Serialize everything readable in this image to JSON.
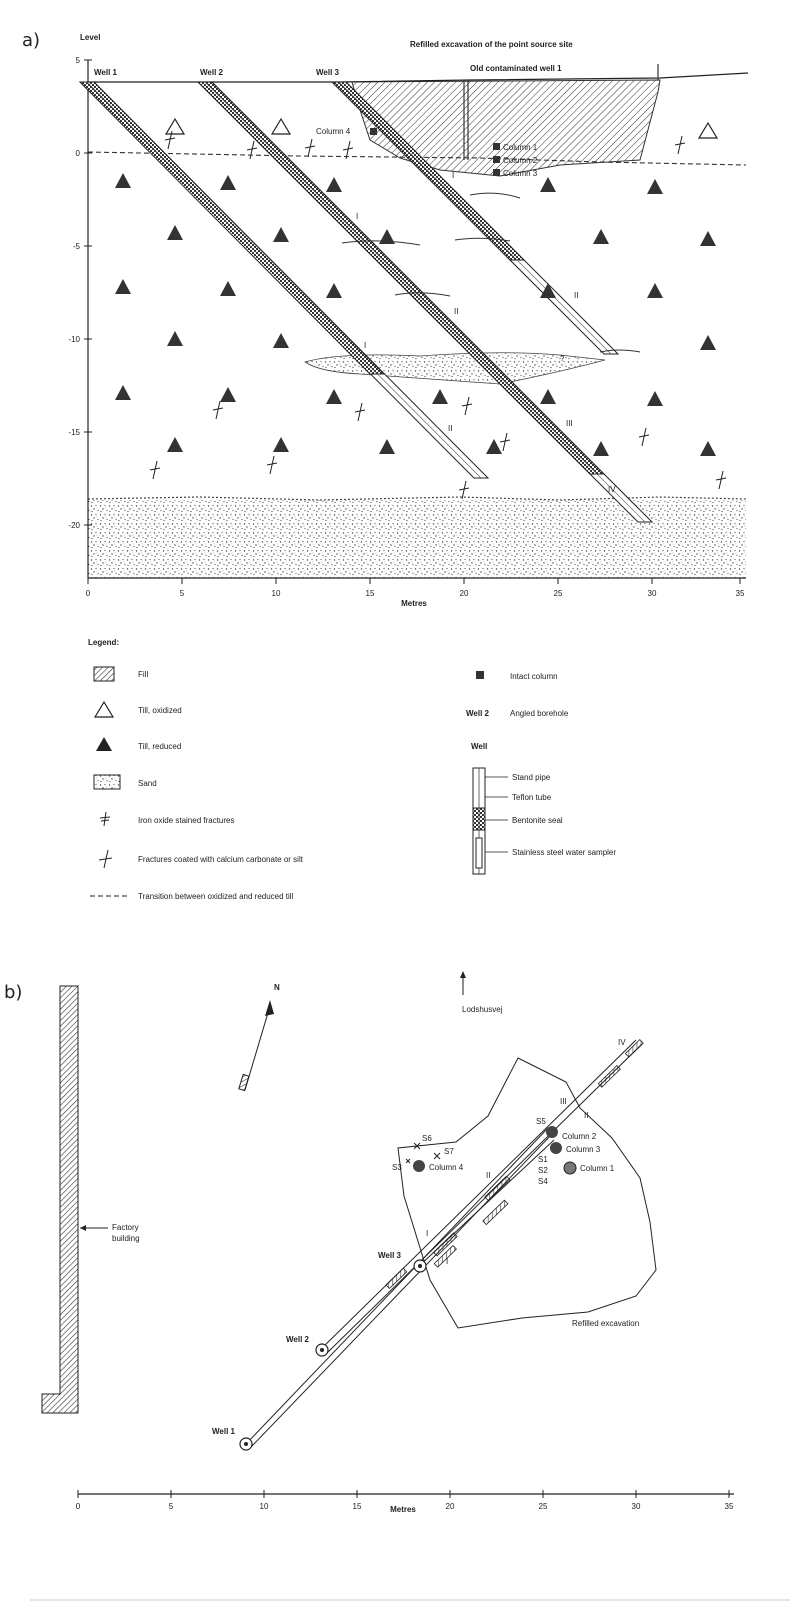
{
  "panel_a": {
    "label": "a)",
    "level_axis_label": "Level",
    "header": "Refilled excavation of the point source site",
    "old_well": "Old contaminated well 1",
    "wells": [
      "Well 1",
      "Well 2",
      "Well 3"
    ],
    "columns": [
      "Column 4",
      "Column 1",
      "Column 2",
      "Column 3"
    ],
    "y_ticks": [
      "5",
      "0",
      "-5",
      "-10",
      "-15",
      "-20"
    ],
    "x_ticks": [
      "0",
      "5",
      "10",
      "15",
      "20",
      "25",
      "30",
      "35"
    ],
    "x_axis_label": "Metres",
    "roman": [
      "I",
      "II",
      "III",
      "IV"
    ],
    "sand_question": "?"
  },
  "legend": {
    "title": "Legend:",
    "left_items": [
      "Fill",
      "Till, oxidized",
      "Till, reduced",
      "Sand",
      "Iron oxide stained fractures",
      "Fractures coated with calcium carbonate or silt",
      "Transition between oxidized and reduced till"
    ],
    "intact_column": "Intact column",
    "well_symbol": "Well 2",
    "angled_borehole": "Angled borehole",
    "well_heading": "Well",
    "well_parts": [
      "Stand pipe",
      "Teflon tube",
      "Bentonite seal",
      "Stainless steel water sampler"
    ]
  },
  "panel_b": {
    "label": "b)",
    "north": "N",
    "road": "Lodshusvej",
    "factory": [
      "Factory",
      "building"
    ],
    "wells": [
      "Well 1",
      "Well 2",
      "Well 3"
    ],
    "columns": [
      "Column 2",
      "Column 3",
      "Column 1",
      "Column 4"
    ],
    "samples": [
      "S5",
      "S1",
      "S2",
      "S4",
      "S6",
      "S7",
      "S3"
    ],
    "roman": [
      "IV",
      "III",
      "II",
      "II",
      "I",
      "I"
    ],
    "excavation": "Refilled excavation",
    "x_ticks": [
      "0",
      "5",
      "10",
      "15",
      "20",
      "25",
      "30",
      "35"
    ],
    "x_axis_label": "Metres"
  }
}
